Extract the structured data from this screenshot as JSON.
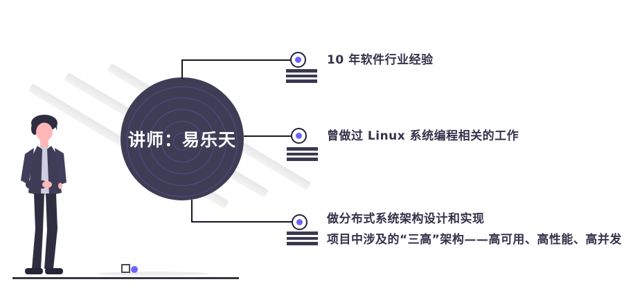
{
  "slide": {
    "instructor_title": "讲师：易乐天",
    "bullets": [
      {
        "lines": [
          "10 年软件行业经验"
        ]
      },
      {
        "lines": [
          "曾做过 Linux 系统编程相关的工作"
        ]
      },
      {
        "lines": [
          "做分布式系统架构设计和实现",
          "项目中涉及的“三高”架构——高可用、高性能、高并发"
        ]
      }
    ],
    "icons": {
      "bullet_marker": "radio-dot-icon",
      "bullet_lines": "text-lines-icon",
      "footer_square": "square-outline-icon",
      "footer_dot": "purple-dot-icon",
      "illustration": "standing-man-illustration"
    },
    "colors": {
      "accent_purple": "#6c63ff",
      "circle_fill": "#3f3d56",
      "dark_ink": "#2f2e41",
      "bullet_text": "#34324a",
      "bar_gray": "#ececec",
      "connector": "#17151f"
    }
  }
}
